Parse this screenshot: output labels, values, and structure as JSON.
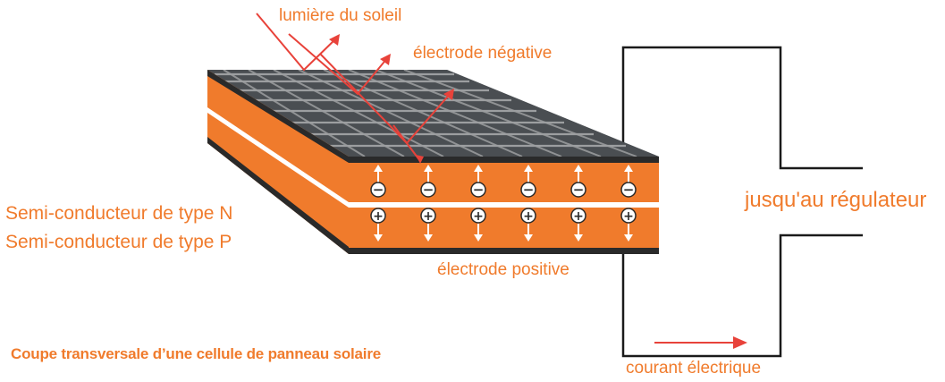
{
  "labels": {
    "sunlight": "lumière du soleil",
    "negative_electrode": "électrode négative",
    "n_type": "Semi-conducteur de type N",
    "p_type": "Semi-conducteur de type  P",
    "positive_electrode": "électrode positive",
    "to_regulator": "jusqu'au régulateur",
    "current": "courant électrique",
    "caption": "Coupe transversale d’une cellule de panneau solaire"
  },
  "charges": {
    "negative_symbol": "−",
    "positive_symbol": "+"
  },
  "colors": {
    "orange": "#f07b2c",
    "orange_dark": "#e06a1c",
    "panel_top": "#4a4f52",
    "panel_edge": "#2a2a2a",
    "arrow_red": "#e8423a",
    "wire": "#1a1a1a"
  }
}
